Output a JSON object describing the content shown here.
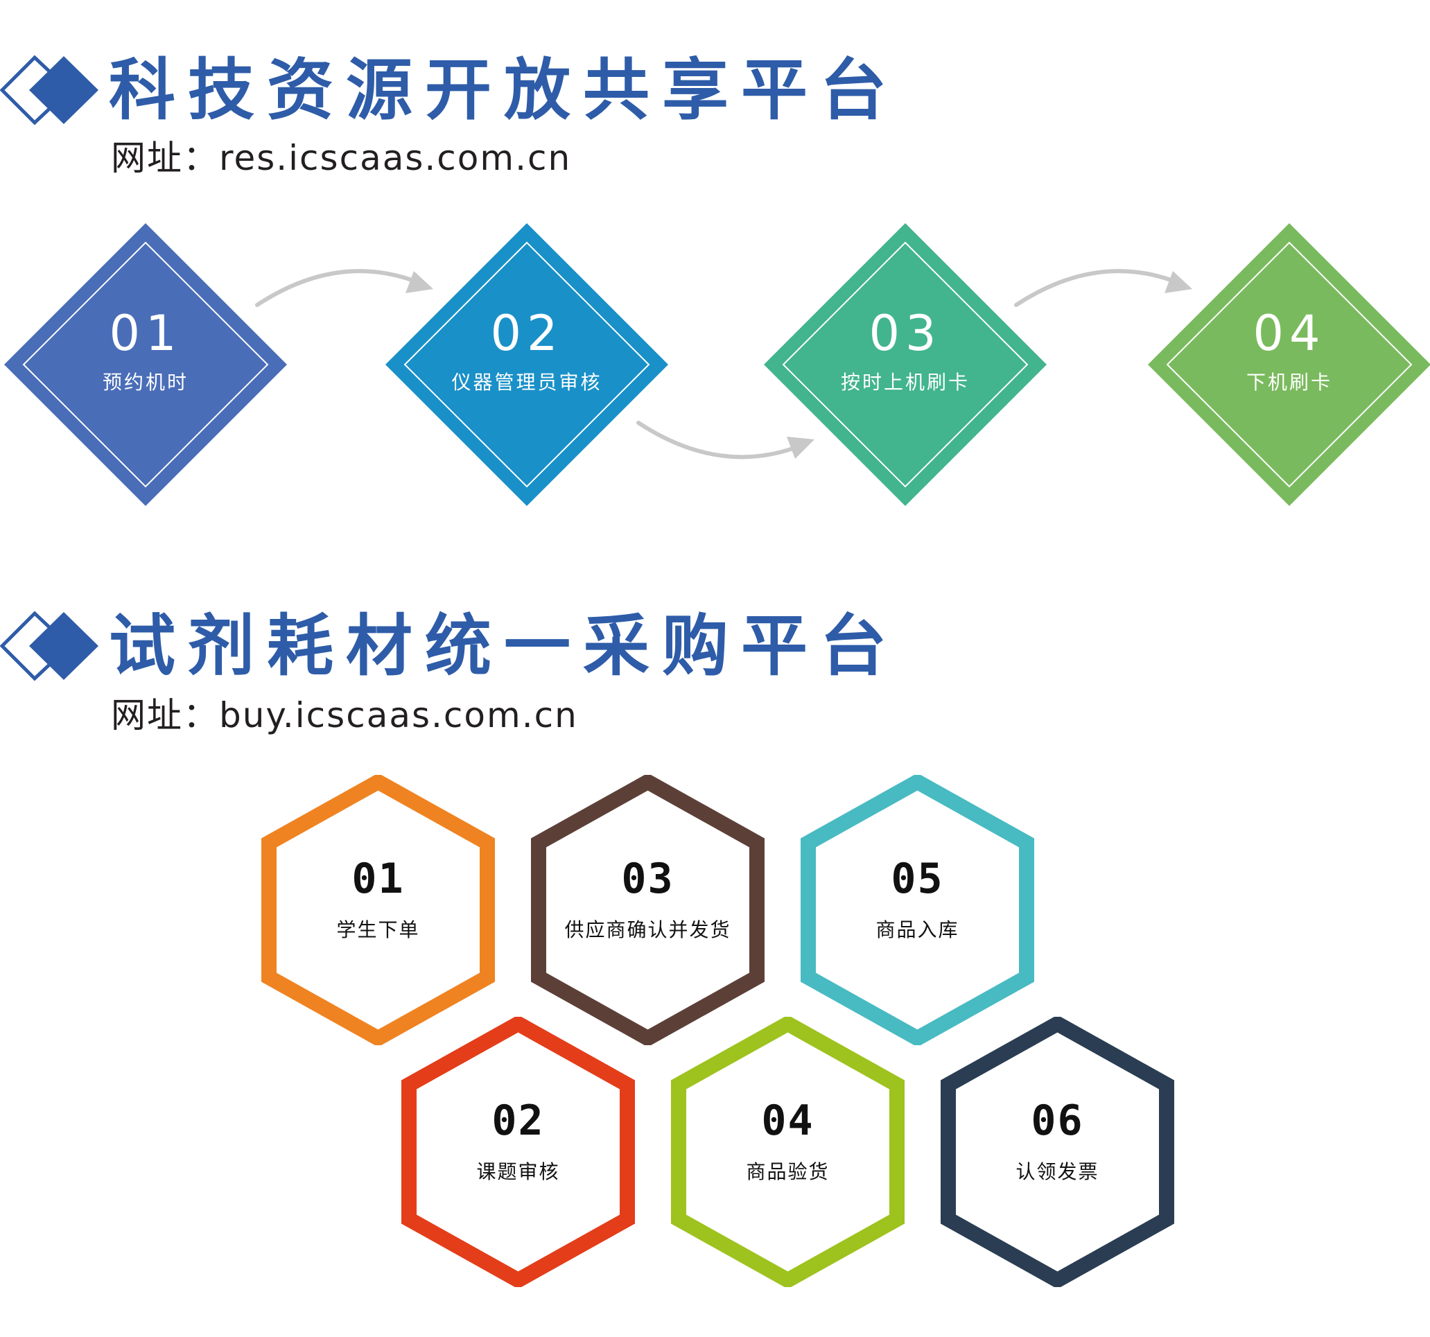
{
  "section1": {
    "title": "科技资源开放共享平台",
    "url_line": "网址：res.icscaas.com.cn",
    "title_color": "#2e5ca8",
    "steps": [
      {
        "num": "01",
        "label": "预约机时",
        "color": "#4a6db8"
      },
      {
        "num": "02",
        "label": "仪器管理员审核",
        "color": "#1990c8"
      },
      {
        "num": "03",
        "label": "按时上机刷卡",
        "color": "#42b48e"
      },
      {
        "num": "04",
        "label": "下机刷卡",
        "color": "#7aba5e"
      }
    ]
  },
  "section2": {
    "title": "试剂耗材统一采购平台",
    "url_line": "网址：buy.icscaas.com.cn",
    "title_color": "#2e5ca8",
    "steps": [
      {
        "num": "01",
        "label": "学生下单",
        "color": "#ef8321"
      },
      {
        "num": "02",
        "label": "课题审核",
        "color": "#e43d1a"
      },
      {
        "num": "03",
        "label": "供应商确认并发货",
        "color": "#5c4038"
      },
      {
        "num": "04",
        "label": "商品验货",
        "color": "#9ec21e"
      },
      {
        "num": "05",
        "label": "商品入库",
        "color": "#48bac2"
      },
      {
        "num": "06",
        "label": "认领发票",
        "color": "#2a3d52"
      }
    ]
  },
  "icons": {
    "title_mark": "double-diamond-icon",
    "flow_arrow": "curved-arrow-icon"
  },
  "arrow_color": "#c8c8c8"
}
